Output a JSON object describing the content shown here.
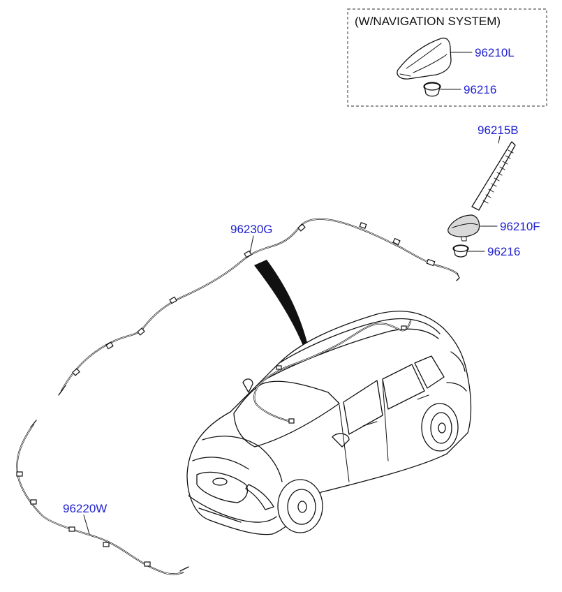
{
  "inset": {
    "title": "(W/NAVIGATION SYSTEM)"
  },
  "labels": {
    "shark_fin_nav": "96210L",
    "base_pad_nav": "96216",
    "antenna_rod": "96215B",
    "antenna_base": "96210F",
    "base_pad": "96216",
    "feeder_cable_roof": "96230G",
    "feeder_cable_main": "96220W"
  },
  "colors": {
    "part_label": "#2020d0",
    "line_art": "#111111",
    "background": "#ffffff"
  }
}
